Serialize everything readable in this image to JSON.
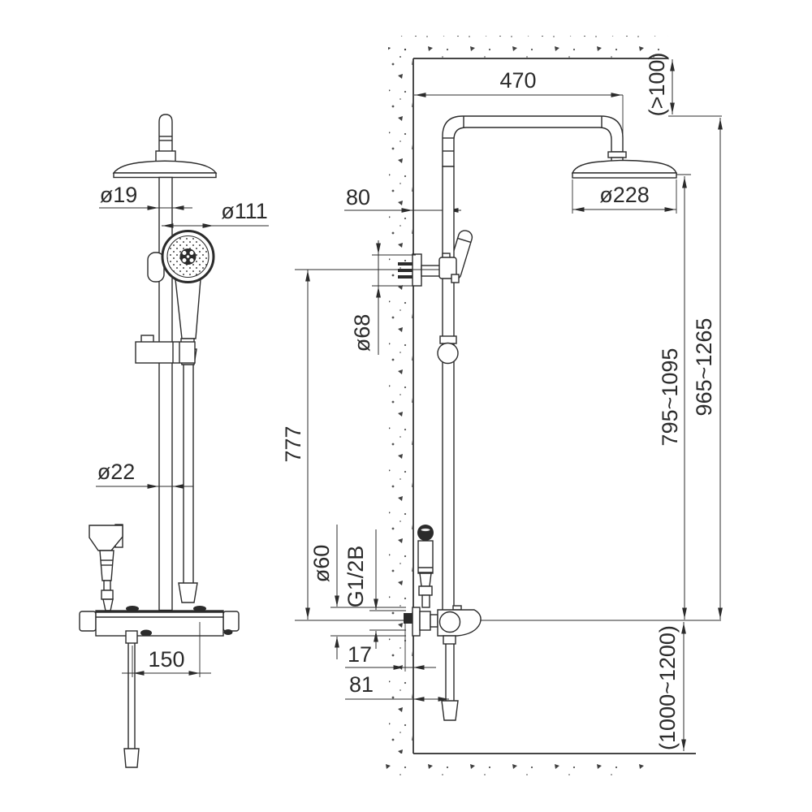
{
  "colors": {
    "ink": "#2b2b2b",
    "paper": "#ffffff"
  },
  "front_view": {
    "top_pipe_diameter": "ø19",
    "hand_shower_diameter": "ø111",
    "rail_diameter": "ø22",
    "outlet_spacing": "150"
  },
  "side_view": {
    "arm_reach": "470",
    "ceiling_clearance": "(>100)",
    "rain_head_diameter": "ø228",
    "wall_to_riser": "80",
    "bracket_diameter": "ø68",
    "rail_height": "777",
    "escutcheon_diameter": "ø60",
    "thread_spec": "G1/2B",
    "recess_depth": "17",
    "wall_to_hose": "81",
    "head_height_range": "795~1095",
    "overall_height_range": "965~1265",
    "valve_height_range": "(1000~1200)"
  }
}
